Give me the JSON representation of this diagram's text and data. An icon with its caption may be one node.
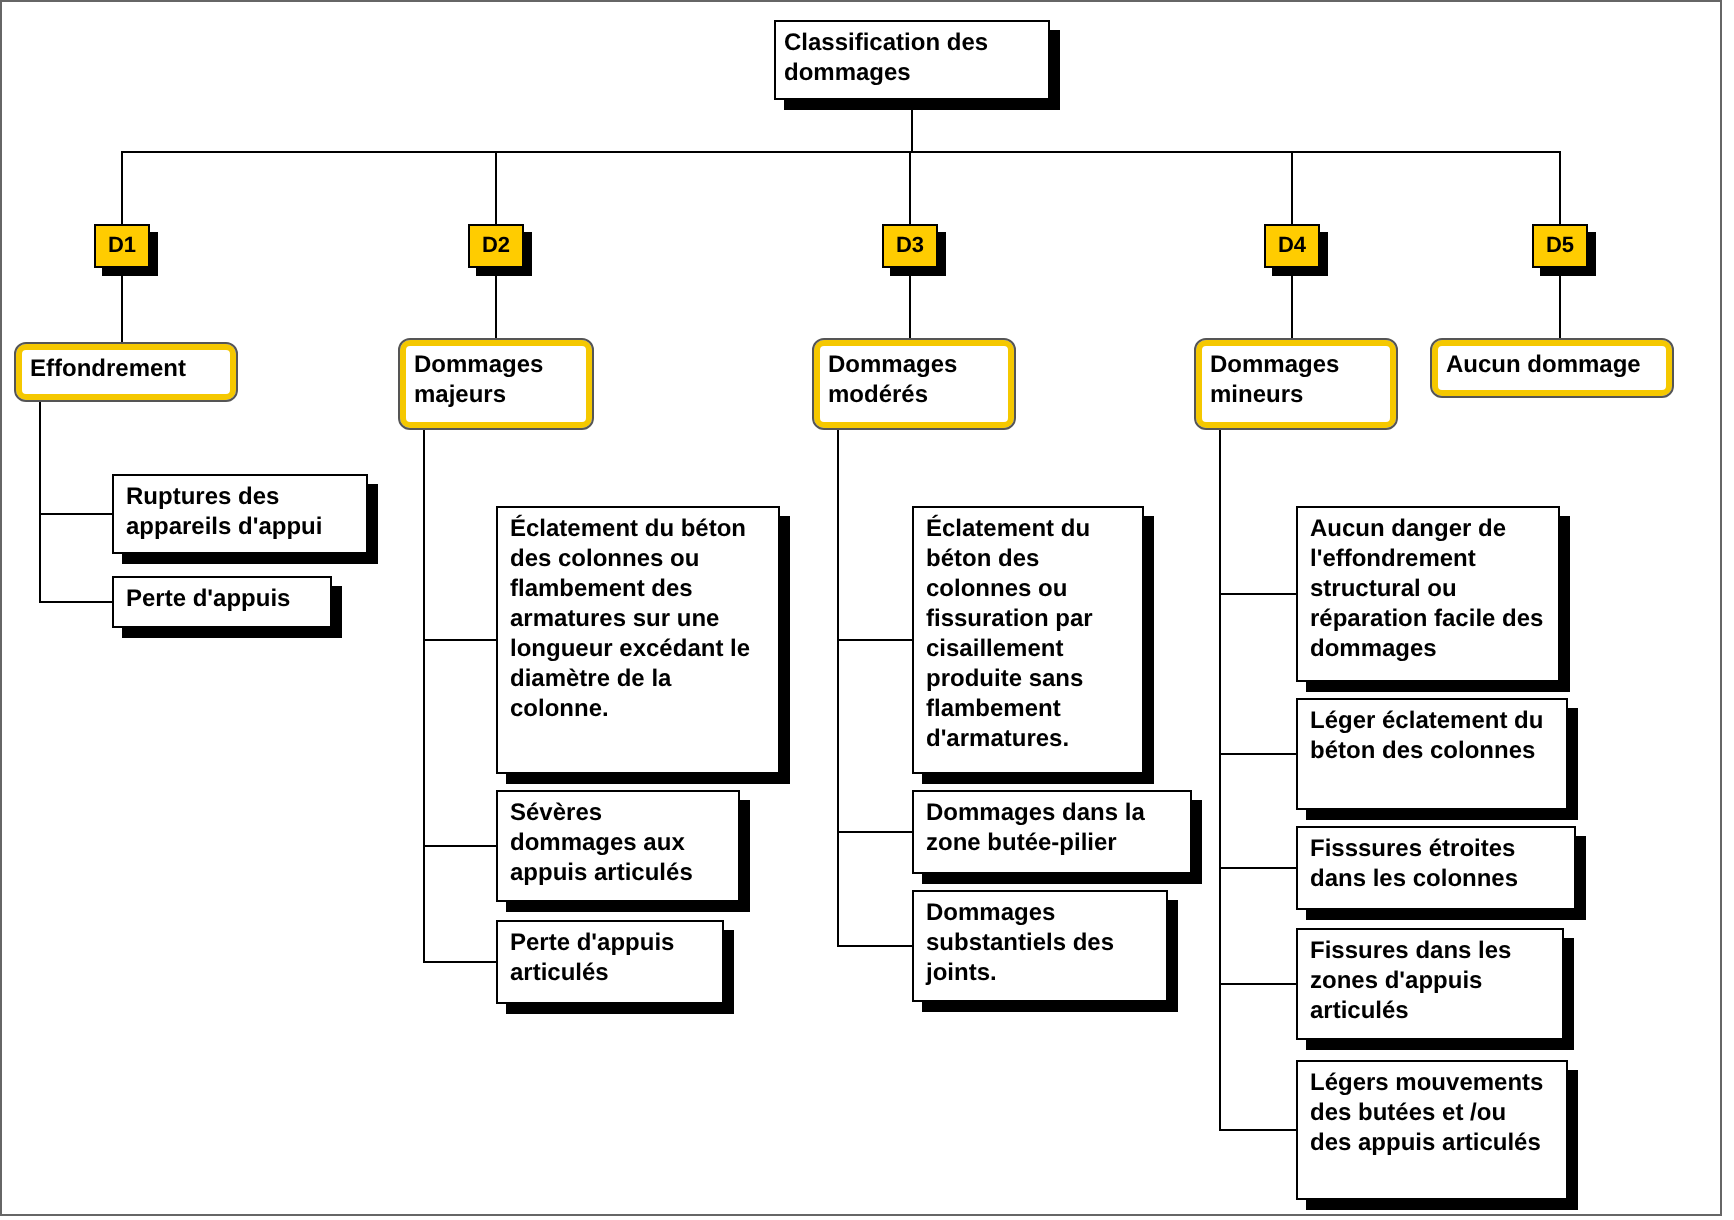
{
  "diagram": {
    "nodes": [
      {
        "text": [
          "Classification des dommages"
        ]
      },
      {
        "text": [
          "D1"
        ]
      },
      {
        "text": [
          "Effondrement"
        ]
      },
      {
        "text": [
          "D2"
        ]
      },
      {
        "text": [
          "Dommages majeurs"
        ]
      },
      {
        "text": [
          "D3"
        ]
      },
      {
        "text": [
          "Dommages modérés"
        ]
      },
      {
        "text": [
          "D4"
        ]
      },
      {
        "text": [
          "Dommages mineurs"
        ]
      },
      {
        "text": [
          "D5"
        ]
      },
      {
        "text": [
          "Aucun dommage"
        ]
      },
      {
        "text": [
          "Ruptures des appareils d'appui"
        ]
      },
      {
        "text": [
          "Perte d'appuis"
        ]
      },
      {
        "text": [
          "Éclatement du béton des colonnes ou flambement des armatures sur une longueur excédant le diamètre de la colonne."
        ]
      },
      {
        "text": [
          "Sévères dommages aux appuis articulés"
        ]
      },
      {
        "text": [
          "Perte d'appuis articulés"
        ]
      },
      {
        "text": [
          "Éclatement du béton des colonnes ou fissuration par cisaillement produite sans flambement d'armatures."
        ]
      },
      {
        "text": [
          "Dommages dans la zone butée-pilier"
        ]
      },
      {
        "text": [
          "Dommages substantiels des joints."
        ]
      },
      {
        "text": [
          "Aucun danger de l'effondrement structural ou réparation facile des dommages"
        ]
      },
      {
        "text": [
          "Léger éclatement du béton des colonnes"
        ]
      },
      {
        "text": [
          "Fisssures étroites dans les colonnes"
        ]
      },
      {
        "text": [
          "Fissures dans les zones d'appuis articulés"
        ]
      },
      {
        "text": [
          "Légers mouvements des butées et /ou des appuis articulés"
        ]
      }
    ],
    "edges": [
      {
        "from": 0,
        "to": 1,
        "arrow": "none"
      },
      {
        "from": 0,
        "to": 3,
        "arrow": "none"
      },
      {
        "from": 0,
        "to": 5,
        "arrow": "none"
      },
      {
        "from": 0,
        "to": 7,
        "arrow": "none"
      },
      {
        "from": 0,
        "to": 9,
        "arrow": "none"
      },
      {
        "from": 1,
        "to": 2,
        "arrow": "none"
      },
      {
        "from": 3,
        "to": 4,
        "arrow": "none"
      },
      {
        "from": 5,
        "to": 6,
        "arrow": "none"
      },
      {
        "from": 7,
        "to": 8,
        "arrow": "none"
      },
      {
        "from": 9,
        "to": 10,
        "arrow": "none"
      },
      {
        "from": 2,
        "to": 11,
        "arrow": "none"
      },
      {
        "from": 2,
        "to": 12,
        "arrow": "none"
      },
      {
        "from": 4,
        "to": 13,
        "arrow": "none"
      },
      {
        "from": 4,
        "to": 14,
        "arrow": "none"
      },
      {
        "from": 4,
        "to": 15,
        "arrow": "none"
      },
      {
        "from": 6,
        "to": 16,
        "arrow": "none"
      },
      {
        "from": 6,
        "to": 17,
        "arrow": "none"
      },
      {
        "from": 6,
        "to": 18,
        "arrow": "none"
      },
      {
        "from": 8,
        "to": 19,
        "arrow": "none"
      },
      {
        "from": 8,
        "to": 20,
        "arrow": "none"
      },
      {
        "from": 8,
        "to": 21,
        "arrow": "none"
      },
      {
        "from": 8,
        "to": 22,
        "arrow": "none"
      },
      {
        "from": 8,
        "to": 23,
        "arrow": "none"
      }
    ]
  }
}
